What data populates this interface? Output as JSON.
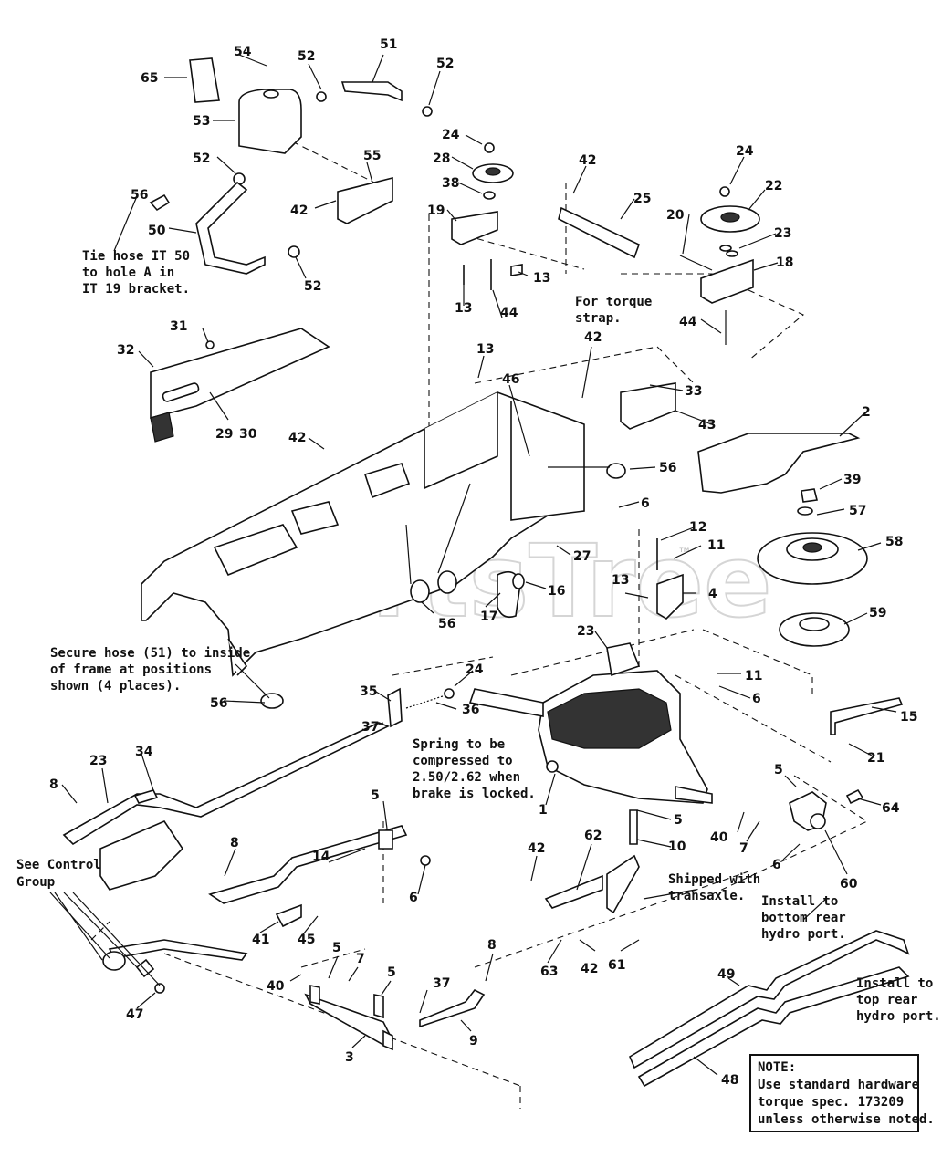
{
  "watermark": {
    "text": "PartsTree",
    "tm": "™"
  },
  "callouts": [
    {
      "id": "c54",
      "label": "54"
    },
    {
      "id": "c52a",
      "label": "52"
    },
    {
      "id": "c51",
      "label": "51"
    },
    {
      "id": "c52b",
      "label": "52"
    },
    {
      "id": "c65",
      "label": "65"
    },
    {
      "id": "c53",
      "label": "53"
    },
    {
      "id": "c52c",
      "label": "52"
    },
    {
      "id": "c55",
      "label": "55"
    },
    {
      "id": "c56a",
      "label": "56"
    },
    {
      "id": "c50",
      "label": "50"
    },
    {
      "id": "c42a",
      "label": "42"
    },
    {
      "id": "c52d",
      "label": "52"
    },
    {
      "id": "c24a",
      "label": "24"
    },
    {
      "id": "c28",
      "label": "28"
    },
    {
      "id": "c38",
      "label": "38"
    },
    {
      "id": "c19",
      "label": "19"
    },
    {
      "id": "c13a",
      "label": "13"
    },
    {
      "id": "c13b",
      "label": "13"
    },
    {
      "id": "c44a",
      "label": "44"
    },
    {
      "id": "c42b",
      "label": "42"
    },
    {
      "id": "c25",
      "label": "25"
    },
    {
      "id": "c24b",
      "label": "24"
    },
    {
      "id": "c22",
      "label": "22"
    },
    {
      "id": "c20",
      "label": "20"
    },
    {
      "id": "c23a",
      "label": "23"
    },
    {
      "id": "c18",
      "label": "18"
    },
    {
      "id": "c44b",
      "label": "44"
    },
    {
      "id": "c42c",
      "label": "42"
    },
    {
      "id": "c31",
      "label": "31"
    },
    {
      "id": "c32",
      "label": "32"
    },
    {
      "id": "c13c",
      "label": "13"
    },
    {
      "id": "c46",
      "label": "46"
    },
    {
      "id": "c33",
      "label": "33"
    },
    {
      "id": "c43",
      "label": "43"
    },
    {
      "id": "c2",
      "label": "2"
    },
    {
      "id": "c29",
      "label": "29"
    },
    {
      "id": "c30",
      "label": "30"
    },
    {
      "id": "c42d",
      "label": "42"
    },
    {
      "id": "c56b",
      "label": "56"
    },
    {
      "id": "c39",
      "label": "39"
    },
    {
      "id": "c6a",
      "label": "6"
    },
    {
      "id": "c57",
      "label": "57"
    },
    {
      "id": "c12",
      "label": "12"
    },
    {
      "id": "c11a",
      "label": "11"
    },
    {
      "id": "c27",
      "label": "27"
    },
    {
      "id": "c58",
      "label": "58"
    },
    {
      "id": "c16",
      "label": "16"
    },
    {
      "id": "c13d",
      "label": "13"
    },
    {
      "id": "c4",
      "label": "4"
    },
    {
      "id": "c17",
      "label": "17"
    },
    {
      "id": "c56c",
      "label": "56"
    },
    {
      "id": "c59",
      "label": "59"
    },
    {
      "id": "c23b",
      "label": "23"
    },
    {
      "id": "c11b",
      "label": "11"
    },
    {
      "id": "c6b",
      "label": "6"
    },
    {
      "id": "c24c",
      "label": "24"
    },
    {
      "id": "c35",
      "label": "35"
    },
    {
      "id": "c36",
      "label": "36"
    },
    {
      "id": "c15",
      "label": "15"
    },
    {
      "id": "c56d",
      "label": "56"
    },
    {
      "id": "c37a",
      "label": "37"
    },
    {
      "id": "c21",
      "label": "21"
    },
    {
      "id": "c23c",
      "label": "23"
    },
    {
      "id": "c34",
      "label": "34"
    },
    {
      "id": "c8a",
      "label": "8"
    },
    {
      "id": "c5a",
      "label": "5"
    },
    {
      "id": "c64",
      "label": "64"
    },
    {
      "id": "c1",
      "label": "1"
    },
    {
      "id": "c5b",
      "label": "5"
    },
    {
      "id": "c5c",
      "label": "5"
    },
    {
      "id": "c40a",
      "label": "40"
    },
    {
      "id": "c7a",
      "label": "7"
    },
    {
      "id": "c10",
      "label": "10"
    },
    {
      "id": "c8b",
      "label": "8"
    },
    {
      "id": "c14",
      "label": "14"
    },
    {
      "id": "c6c",
      "label": "6"
    },
    {
      "id": "c6d",
      "label": "6"
    },
    {
      "id": "c60",
      "label": "60"
    },
    {
      "id": "c62",
      "label": "62"
    },
    {
      "id": "c42e",
      "label": "42"
    },
    {
      "id": "c41",
      "label": "41"
    },
    {
      "id": "c45",
      "label": "45"
    },
    {
      "id": "c5d",
      "label": "5"
    },
    {
      "id": "c7b",
      "label": "7"
    },
    {
      "id": "c40b",
      "label": "40"
    },
    {
      "id": "c5e",
      "label": "5"
    },
    {
      "id": "c8c",
      "label": "8"
    },
    {
      "id": "c37b",
      "label": "37"
    },
    {
      "id": "c47",
      "label": "47"
    },
    {
      "id": "c63",
      "label": "63"
    },
    {
      "id": "c42f",
      "label": "42"
    },
    {
      "id": "c61",
      "label": "61"
    },
    {
      "id": "c49",
      "label": "49"
    },
    {
      "id": "c9",
      "label": "9"
    },
    {
      "id": "c3",
      "label": "3"
    },
    {
      "id": "c48",
      "label": "48"
    }
  ],
  "notes": {
    "tie_hose": [
      "Tie hose IT 50",
      "to hole A in",
      "IT 19 bracket."
    ],
    "torque_strap": [
      "For torque",
      "strap."
    ],
    "secure_hose": [
      "Secure hose (51) to inside",
      "of frame at positions",
      "shown (4 places)."
    ],
    "spring": [
      "Spring to be",
      "compressed to",
      "2.50/2.62 when",
      "brake is locked."
    ],
    "control_group": [
      "See Control",
      "Group"
    ],
    "shipped": [
      "Shipped with",
      "transaxle."
    ],
    "bottom_port": [
      "Install to",
      "bottom rear",
      "hydro port."
    ],
    "top_port": [
      "Install to",
      "top rear",
      "hydro port."
    ],
    "note_box": [
      "NOTE:",
      "Use standard hardware",
      "torque spec. 173209",
      "unless otherwise noted."
    ]
  }
}
